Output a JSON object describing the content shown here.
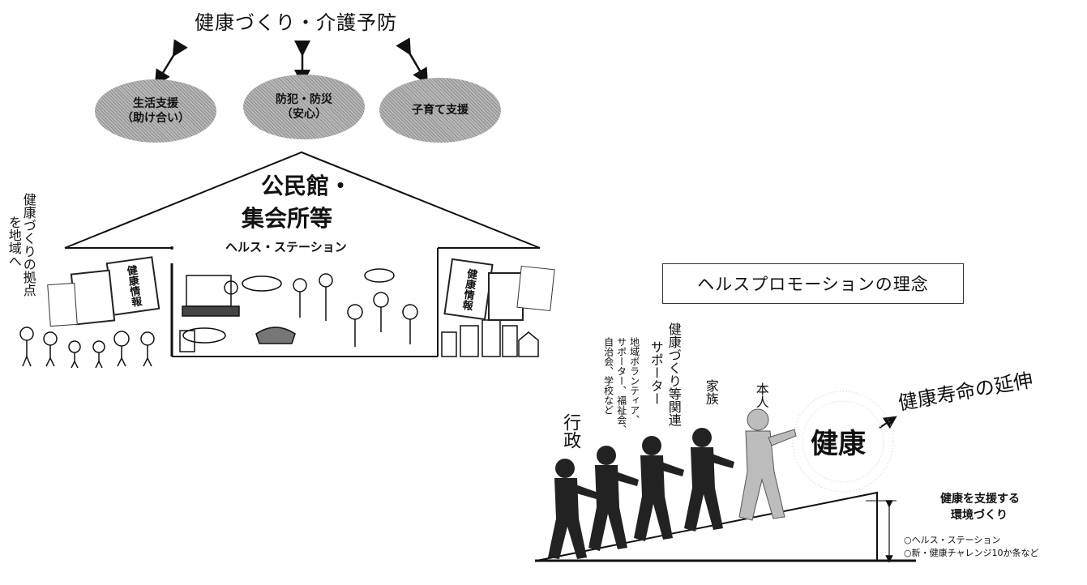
{
  "top_title": "健康づくり・介護予防",
  "ovals": [
    {
      "line1": "生活支援",
      "line2": "（助け合い）"
    },
    {
      "line1": "防犯・防災",
      "line2": "（安心）"
    },
    {
      "line1": "子育て支援",
      "line2": ""
    }
  ],
  "house": {
    "roof_line1": "公民館・",
    "roof_line2": "集会所等",
    "station_label": "ヘルス・ステーション"
  },
  "left_vertical": {
    "col1": "健康づくりの拠点",
    "col2": "を地域へ"
  },
  "cards": [
    "健康情報",
    "健康情報"
  ],
  "promotion": {
    "title": "ヘルスプロモーションの理念",
    "health_word": "健康",
    "extension": "健康寿命の延伸",
    "actors": {
      "gyosei": "行政",
      "chiiki_col1": "地域ボランティア、",
      "chiiki_col2": "サポーター、福祉会、",
      "chiiki_col3": "自治会、学校など",
      "supporter_col1": "健康づくり等関連",
      "supporter_col2": "サポーター",
      "kazoku": "家族",
      "honnin": "本人"
    },
    "env_line1": "健康を支援する",
    "env_line2": "環境づくり",
    "env_item1": "○ヘルス・ステーション",
    "env_item2": "○新・健康チャレンジ10か条など"
  }
}
